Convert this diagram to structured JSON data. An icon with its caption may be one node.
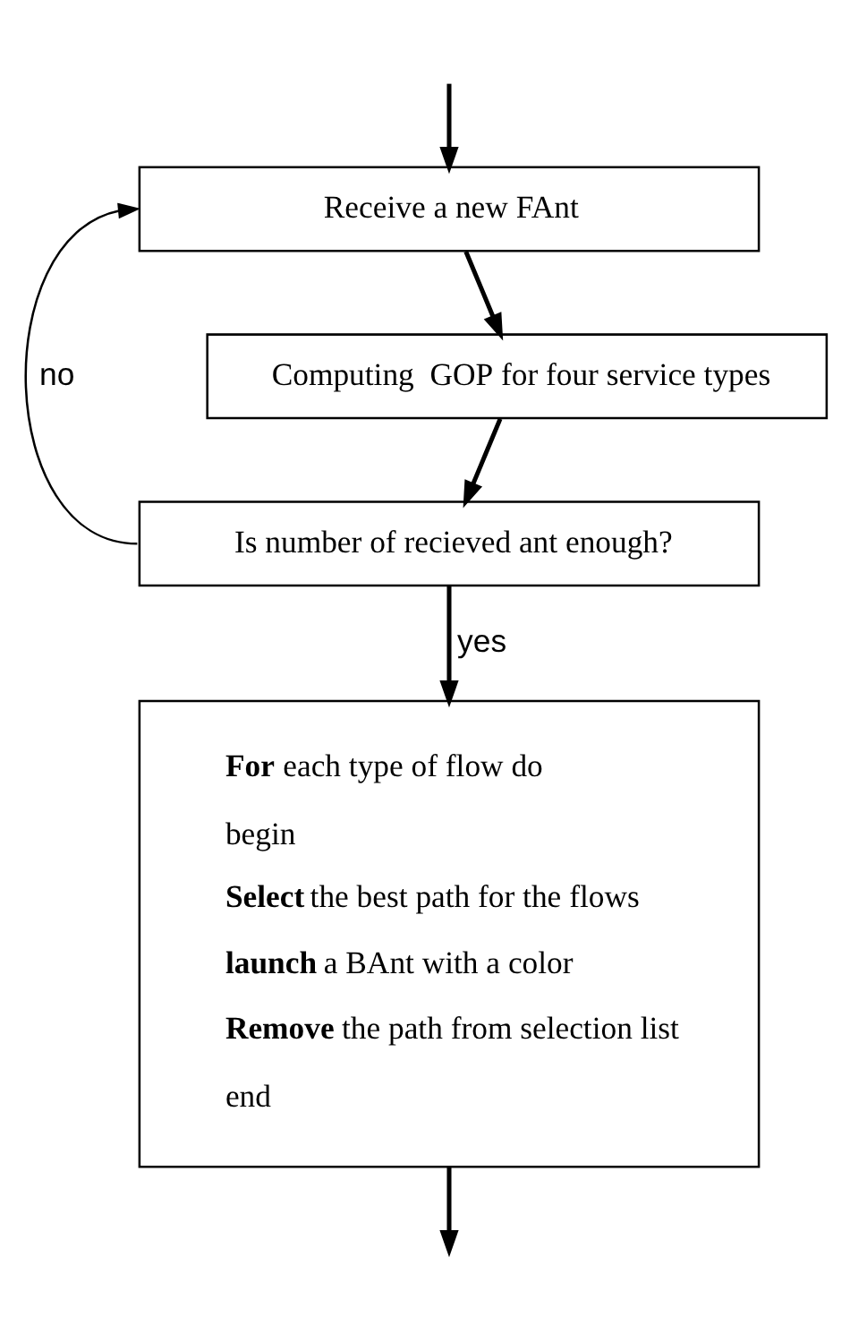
{
  "diagram": {
    "nodes": [
      {
        "text": [
          "Receive a new FAnt"
        ]
      },
      {
        "text": [
          "Computing  GOP for four service types"
        ]
      },
      {
        "text": [
          "Is number of recieved ant enough?"
        ]
      },
      {
        "text": [
          "**For** each type of flow do",
          "begin",
          "**Select** the best path for the flows",
          "**launch** a BAnt with a color",
          "**Remove** the path from selection list",
          "end"
        ]
      }
    ],
    "edges": [
      {
        "from": null,
        "to": 0,
        "arrow": "to"
      },
      {
        "from": 0,
        "to": 1,
        "arrow": "to"
      },
      {
        "from": 1,
        "to": 2,
        "arrow": "to"
      },
      {
        "from": 2,
        "to": 0,
        "arrow": "to",
        "label": "no"
      },
      {
        "from": 2,
        "to": 3,
        "arrow": "to",
        "label": "yes"
      },
      {
        "from": 3,
        "to": null,
        "arrow": "to"
      }
    ]
  }
}
